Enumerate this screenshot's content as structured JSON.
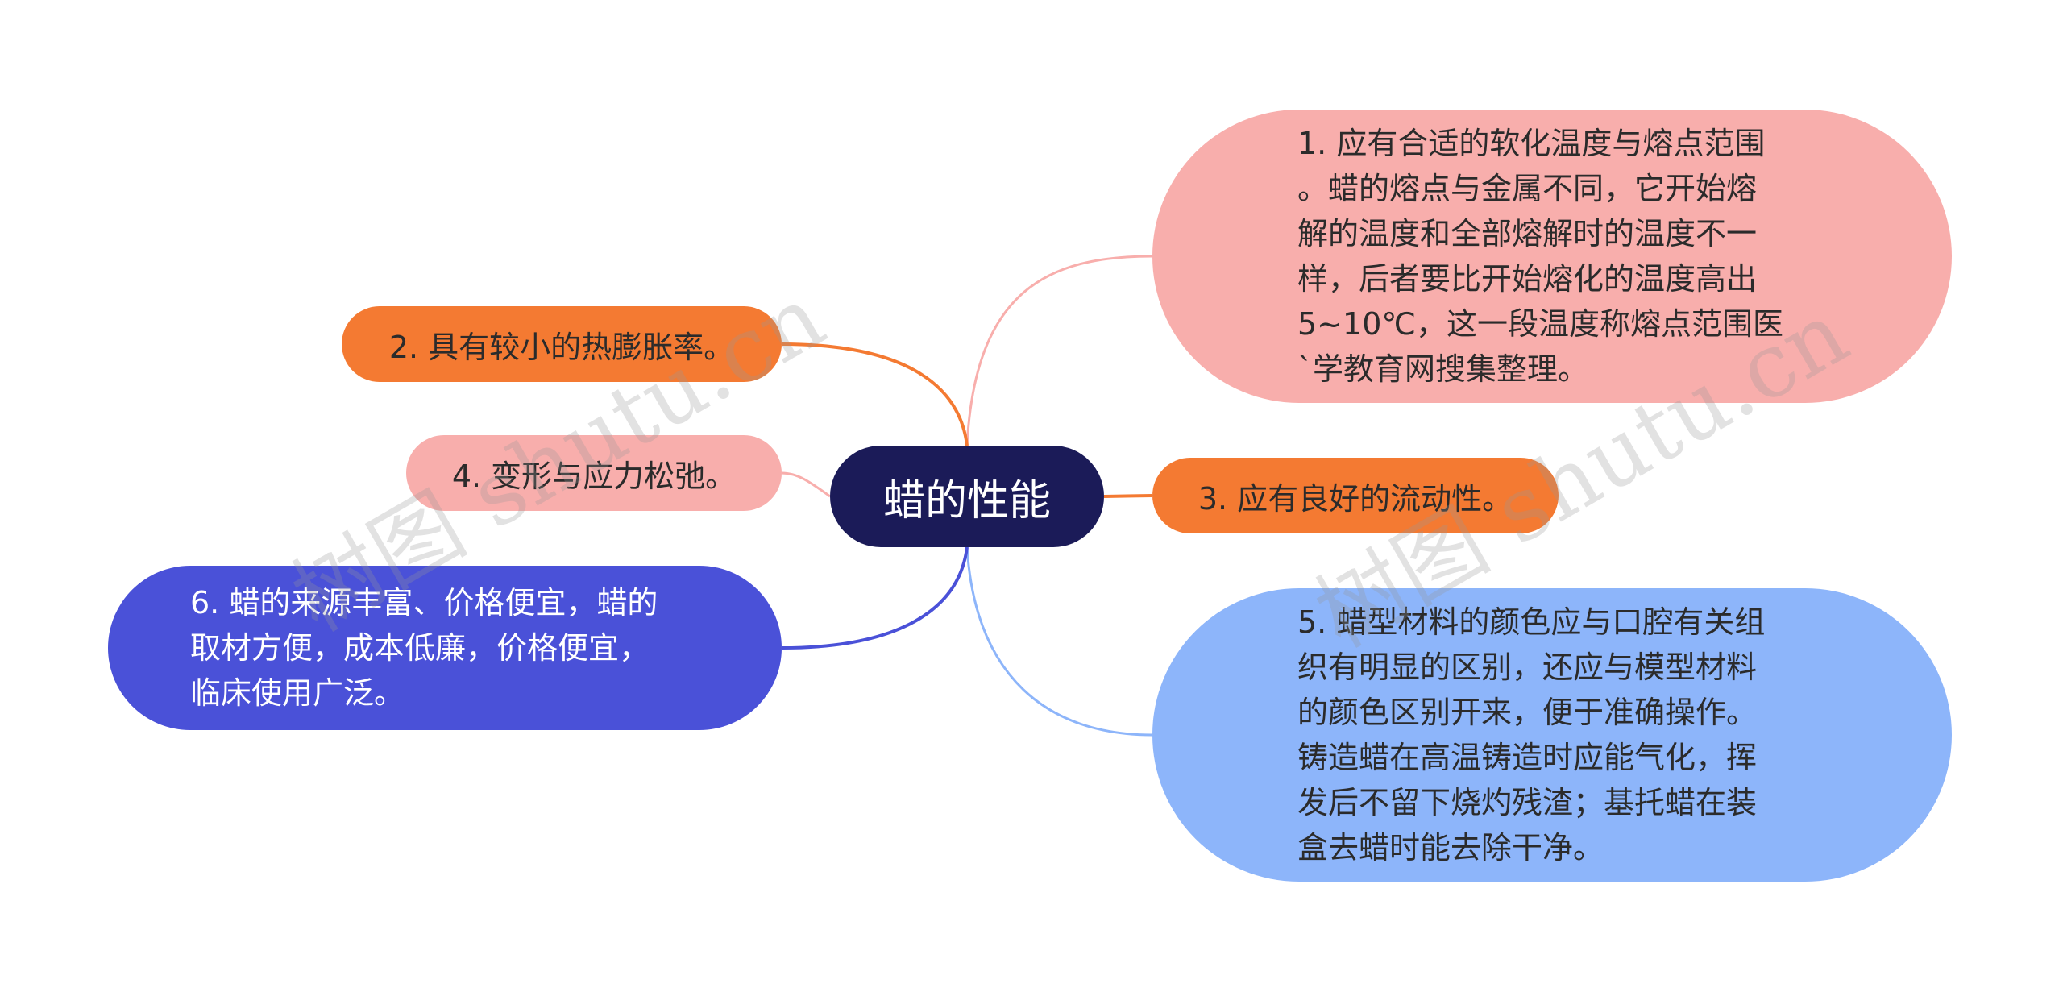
{
  "diagram": {
    "central": "蜡的性能",
    "nodes": {
      "n1": "1. 应有合适的软化温度与熔点范围\n。蜡的熔点与金属不同，它开始熔\n解的温度和全部熔解时的温度不一\n样，后者要比开始熔化的温度高出\n5~10℃，这一段温度称熔点范围医\n`学教育网搜集整理。",
      "n2": "2. 具有较小的热膨胀率。",
      "n3": "3. 应有良好的流动性。",
      "n4": "4. 变形与应力松弛。",
      "n5": "5. 蜡型材料的颜色应与口腔有关组\n织有明显的区别，还应与模型材料\n的颜色区别开来，便于准确操作。\n铸造蜡在高温铸造时应能气化，挥\n发后不留下烧灼残渣；基托蜡在装\n盒去蜡时能去除干净。",
      "n6": "6. 蜡的来源丰富、价格便宜，蜡的\n取材方便，成本低廉，价格便宜，\n临床使用广泛。"
    },
    "colors": {
      "central": "#1b1b58",
      "pink": "#f8aeac",
      "orange": "#f47a32",
      "blue": "#8db5fa",
      "indigo": "#4a51d8"
    },
    "watermark": "树图 shutu.cn"
  }
}
